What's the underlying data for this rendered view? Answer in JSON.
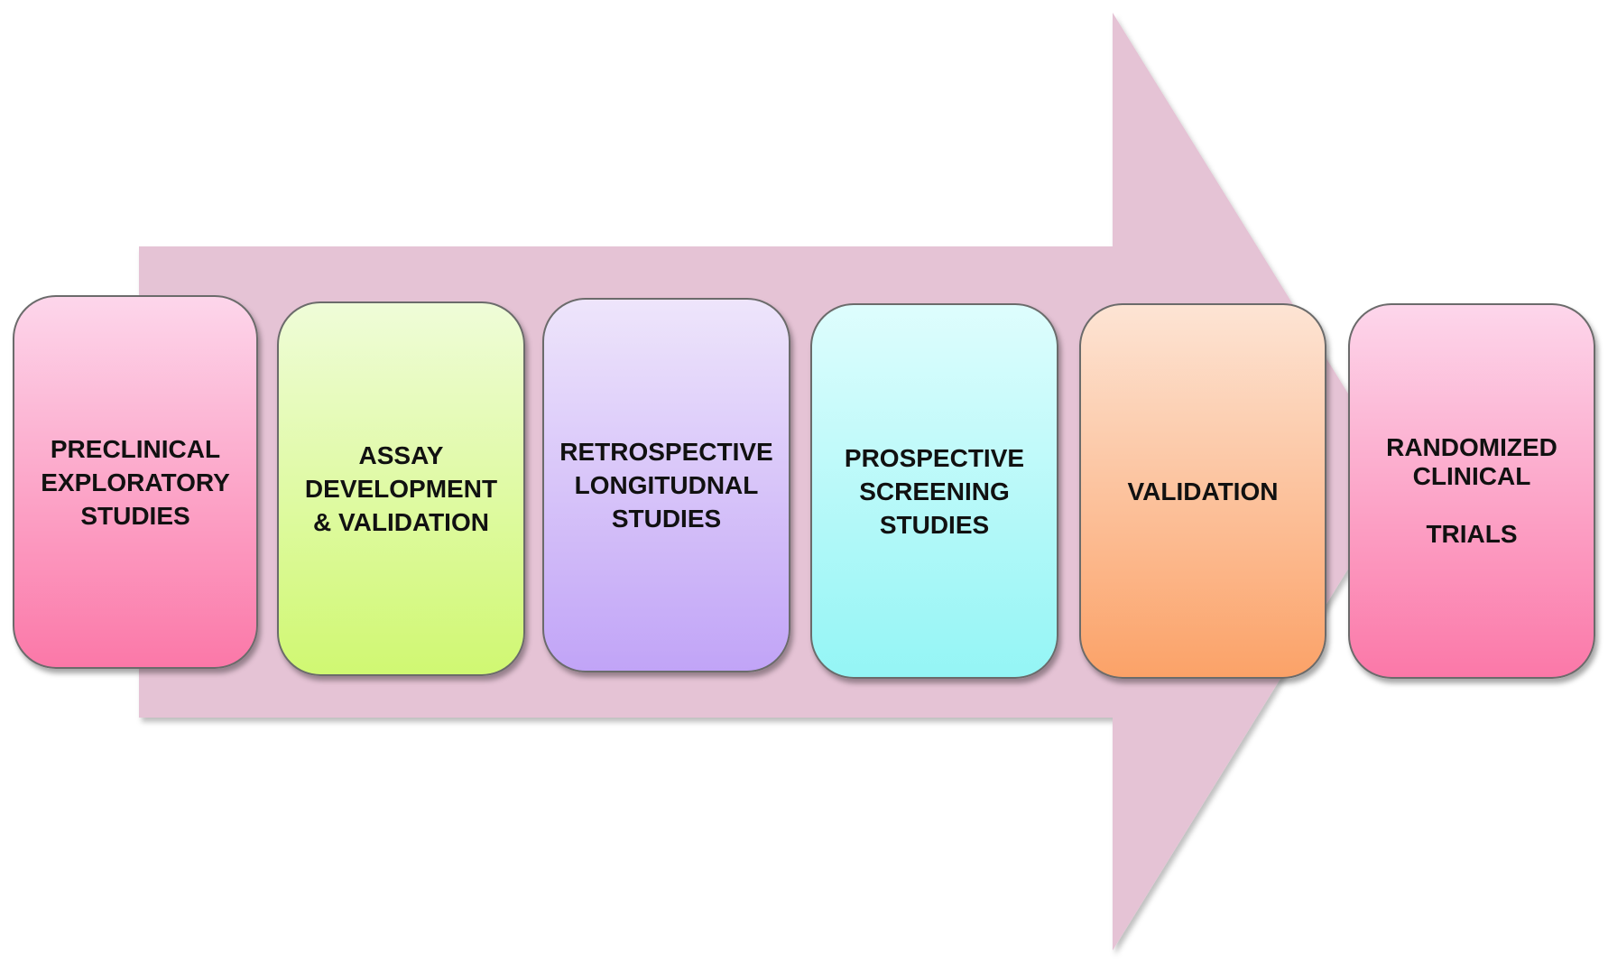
{
  "diagram": {
    "arrow_color": "#e5c3d5",
    "stages": [
      {
        "label": "PRECLINICAL\nEXPLORATORY\nSTUDIES",
        "color_top": "#fdd6eb",
        "color_bottom": "#fb78a8"
      },
      {
        "label": "ASSAY\nDEVELOPMENT\n& VALIDATION",
        "color_top": "#effcd8",
        "color_bottom": "#d0f872"
      },
      {
        "label": "RETROSPECTIVE\nLONGITUDNAL\nSTUDIES",
        "color_top": "#eee5fb",
        "color_bottom": "#c1a4f7"
      },
      {
        "label": "PROSPECTIVE\nSCREENING\nSTUDIES",
        "color_top": "#defdfd",
        "color_bottom": "#94f5f5"
      },
      {
        "label": "VALIDATION",
        "color_top": "#fde4d4",
        "color_bottom": "#fba268"
      },
      {
        "label": "RANDOMIZED\nCLINICAL\n\nTRIALS",
        "color_top": "#fdd6eb",
        "color_bottom": "#fb78a8"
      }
    ]
  }
}
